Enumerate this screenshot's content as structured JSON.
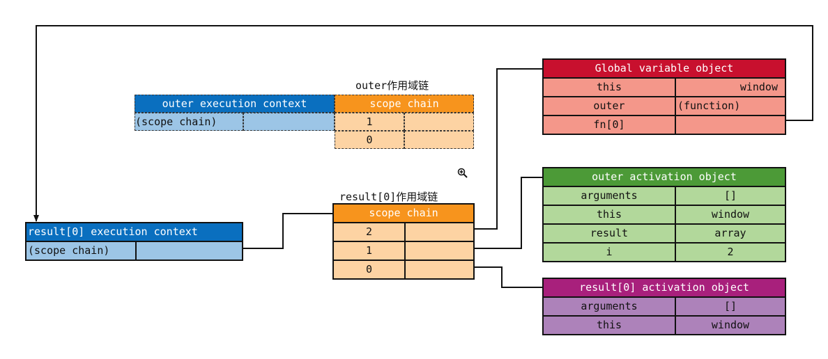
{
  "outer_scope": {
    "caption": "outer作用域链",
    "context_header": "outer execution context",
    "context_row_label": "(scope chain)",
    "chain_header": "scope chain",
    "chain_rows": [
      {
        "index": "1",
        "value": ""
      },
      {
        "index": "0",
        "value": ""
      }
    ]
  },
  "result_scope": {
    "caption": "result[0]作用域链",
    "chain_header": "scope chain",
    "chain_rows": [
      {
        "index": "2"
      },
      {
        "index": "1"
      },
      {
        "index": "0"
      }
    ]
  },
  "result_context": {
    "header": "result[0] execution context",
    "row_label": "(scope chain)"
  },
  "global_object": {
    "header": "Global variable object",
    "rows": [
      {
        "key": "this",
        "value": "window"
      },
      {
        "key": "outer",
        "value": "(function)"
      },
      {
        "key": "fn[0]",
        "value": ""
      }
    ]
  },
  "outer_activation": {
    "header": "outer activation object",
    "rows": [
      {
        "key": "arguments",
        "value": "[]"
      },
      {
        "key": "this",
        "value": "window"
      },
      {
        "key": "result",
        "value": "array"
      },
      {
        "key": "i",
        "value": "2"
      }
    ]
  },
  "result_activation": {
    "header": "result[0] activation object",
    "rows": [
      {
        "key": "arguments",
        "value": "[]"
      },
      {
        "key": "this",
        "value": "window"
      }
    ]
  },
  "colors": {
    "global": "#c8102e",
    "outer_activation": "#4c9a37",
    "result_activation": "#a8207c",
    "execution_context": "#0a6fbf",
    "scope_chain": "#f7941d"
  },
  "icons": {
    "zoom": "zoom-in-icon"
  }
}
